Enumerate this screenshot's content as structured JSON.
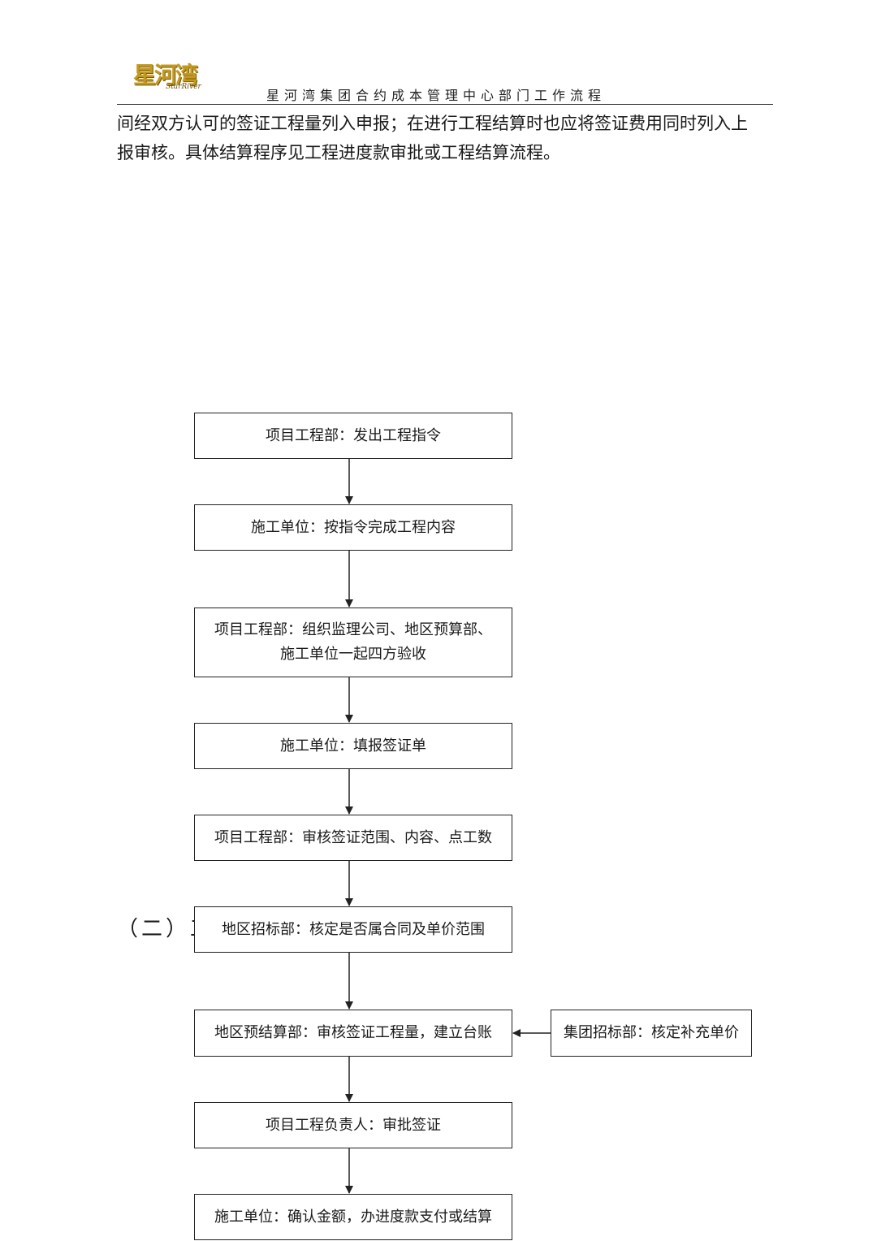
{
  "header": {
    "logo_main": "星河湾",
    "logo_sub": "StarRiver",
    "title": "星河湾集团合约成本管理中心部门工作流程"
  },
  "body_text": {
    "line1": "间经双方认可的签证工程量列入申报；在进行工程结算时也应将签证费用同时列入上",
    "line2": "报审核。具体结算程序见工程进度款审批或工程结算流程。"
  },
  "section_fragment": "（二）工",
  "flow": {
    "steps": [
      {
        "lines": [
          "项目工程部：发出工程指令"
        ]
      },
      {
        "lines": [
          "施工单位：按指令完成工程内容"
        ]
      },
      {
        "lines": [
          "项目工程部：组织监理公司、地区预算部、",
          "施工单位一起四方验收"
        ]
      },
      {
        "lines": [
          "施工单位：填报签证单"
        ]
      },
      {
        "lines": [
          "项目工程部：审核签证范围、内容、点工数"
        ]
      },
      {
        "lines": [
          "地区招标部：核定是否属合同及单价范围"
        ]
      },
      {
        "lines": [
          "地区预结算部：审核签证工程量，建立台账"
        ]
      },
      {
        "lines": [
          "项目工程负责人：审批签证"
        ]
      },
      {
        "lines": [
          "施工单位：确认金额，办进度款支付或结算"
        ]
      }
    ],
    "side_step": {
      "lines": [
        "集团招标部：核定补充单价"
      ]
    }
  }
}
